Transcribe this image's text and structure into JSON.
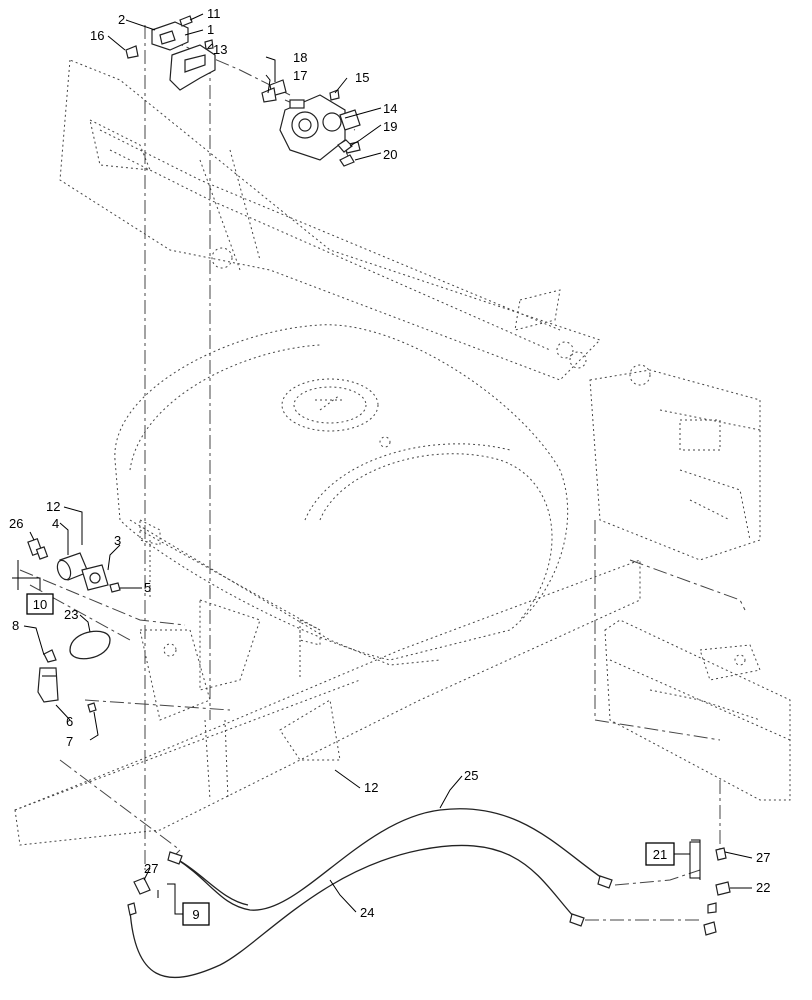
{
  "callouts": [
    {
      "id": "c2",
      "text": "2"
    },
    {
      "id": "c11",
      "text": "11"
    },
    {
      "id": "c1",
      "text": "1"
    },
    {
      "id": "c16",
      "text": "16"
    },
    {
      "id": "c13",
      "text": "13"
    },
    {
      "id": "c18",
      "text": "18"
    },
    {
      "id": "c17",
      "text": "17"
    },
    {
      "id": "c15",
      "text": "15"
    },
    {
      "id": "c14",
      "text": "14"
    },
    {
      "id": "c19",
      "text": "19"
    },
    {
      "id": "c20",
      "text": "20"
    },
    {
      "id": "c12a",
      "text": "12"
    },
    {
      "id": "c26",
      "text": "26"
    },
    {
      "id": "c4",
      "text": "4"
    },
    {
      "id": "c3",
      "text": "3"
    },
    {
      "id": "c5",
      "text": "5"
    },
    {
      "id": "c8",
      "text": "8"
    },
    {
      "id": "c23",
      "text": "23"
    },
    {
      "id": "c6",
      "text": "6"
    },
    {
      "id": "c7",
      "text": "7"
    },
    {
      "id": "c12b",
      "text": "12"
    },
    {
      "id": "c25",
      "text": "25"
    },
    {
      "id": "c27a",
      "text": "27"
    },
    {
      "id": "c22",
      "text": "22"
    },
    {
      "id": "c27b",
      "text": "27"
    },
    {
      "id": "c24",
      "text": "24"
    }
  ],
  "boxed_refs": [
    {
      "id": "b10",
      "text": "10"
    },
    {
      "id": "b9",
      "text": "9"
    },
    {
      "id": "b21",
      "text": "21"
    }
  ]
}
